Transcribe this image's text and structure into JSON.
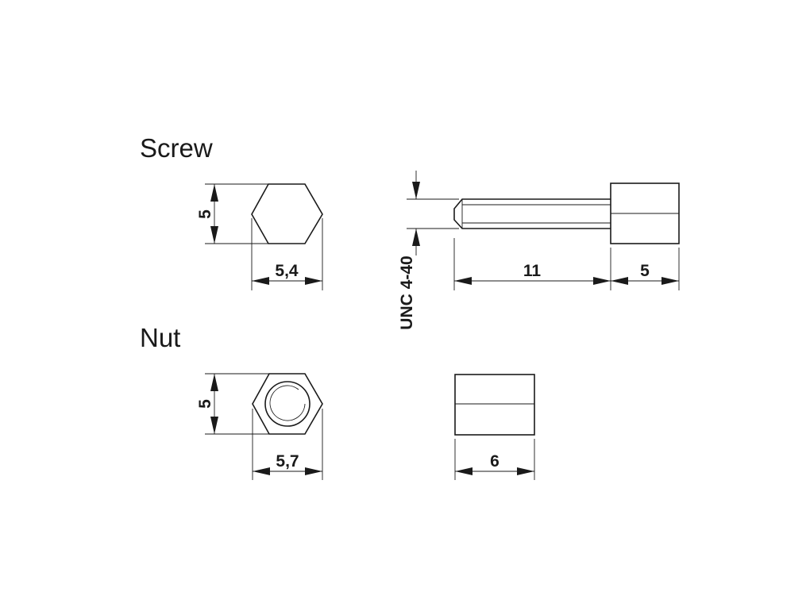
{
  "sections": {
    "screw_title": "Screw",
    "nut_title": "Nut"
  },
  "dimensions": {
    "screw_hex_height": "5",
    "screw_hex_width": "5,4",
    "thread_spec": "UNC 4-40",
    "thread_length": "11",
    "head_length": "5",
    "nut_hex_height": "5",
    "nut_hex_width": "5,7",
    "nut_length": "6"
  }
}
